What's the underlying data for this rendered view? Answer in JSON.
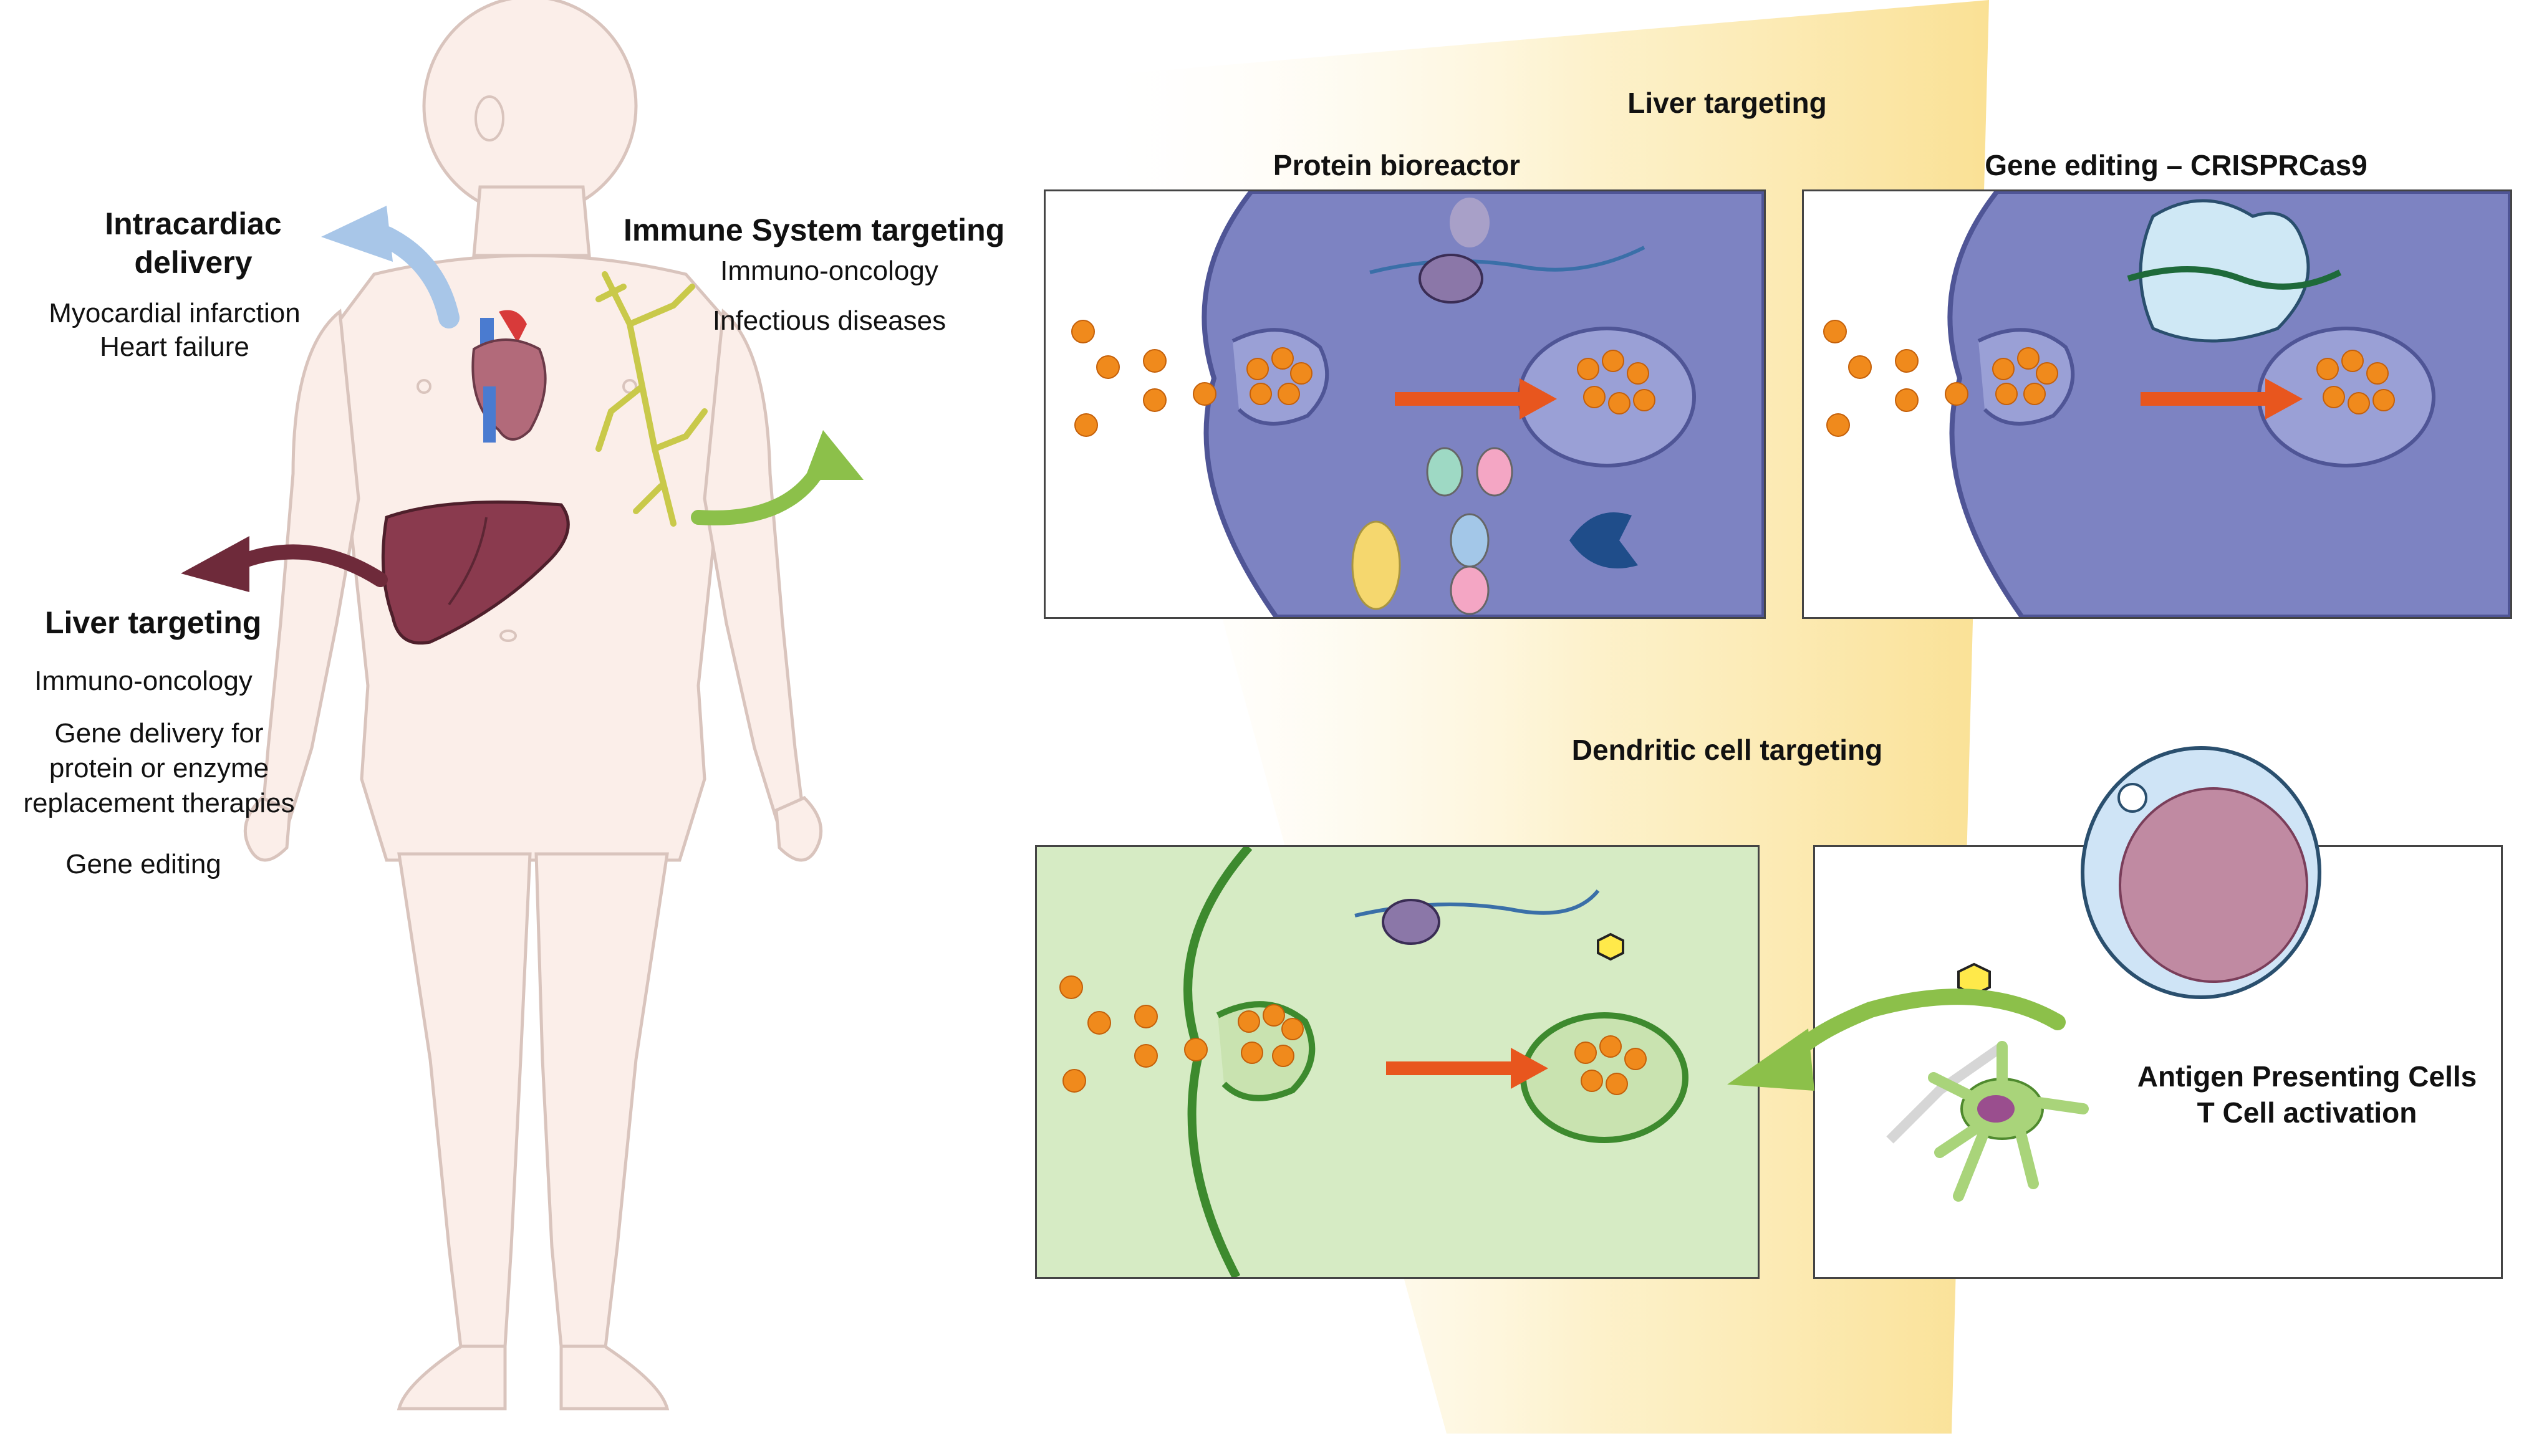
{
  "left_labels": {
    "intracardiac_title_line1": "Intracardiac",
    "intracardiac_title_line2": "delivery",
    "intracardiac_items": [
      "Myocardial infarction",
      "Heart failure"
    ],
    "immune_title": "Immune System targeting",
    "immune_items": [
      "Immuno-oncology",
      "Infectious diseases"
    ],
    "liver_title": "Liver targeting",
    "liver_item_1": "Immuno-oncology",
    "liver_item_2_lines": [
      "Gene delivery for",
      "protein or enzyme",
      "replacement therapies"
    ],
    "liver_item_3": "Gene editing"
  },
  "right_labels": {
    "liver_section_title": "Liver targeting",
    "panel_protein_title": "Protein bioreactor",
    "panel_gene_title": "Gene editing – CRISPRCas9",
    "dendritic_section_title": "Dendritic cell targeting",
    "apc_line1": "Antigen Presenting Cells",
    "apc_line2": "T Cell activation"
  },
  "colors": {
    "skin": "#fbeee9",
    "skin_outline": "#d9c4bd",
    "heart_arrow": "#a8c6e8",
    "liver_arrow": "#6e2a3a",
    "immune_arrow": "#8cc04a",
    "liver_organ": "#8a3a4e",
    "lymph": "#c9c94a",
    "cell_blue": "#7d83c2",
    "cell_blue_dark": "#4f5596",
    "cell_green": "#c9e3b0",
    "cell_green_dark": "#3d8a2e",
    "particle": "#f08a1c",
    "process_arrow": "#e8561e",
    "beam": "#fbe7a6"
  },
  "icons": [
    "heart-icon",
    "liver-icon",
    "lymph-vessels-icon",
    "ribosome-icon",
    "mrna-icon",
    "antibody-icon",
    "enzyme-icon",
    "crispr-cas9-icon",
    "lymphocyte-icon",
    "dendritic-cell-icon",
    "antigen-icon",
    "lipid-nanoparticle-icon"
  ]
}
